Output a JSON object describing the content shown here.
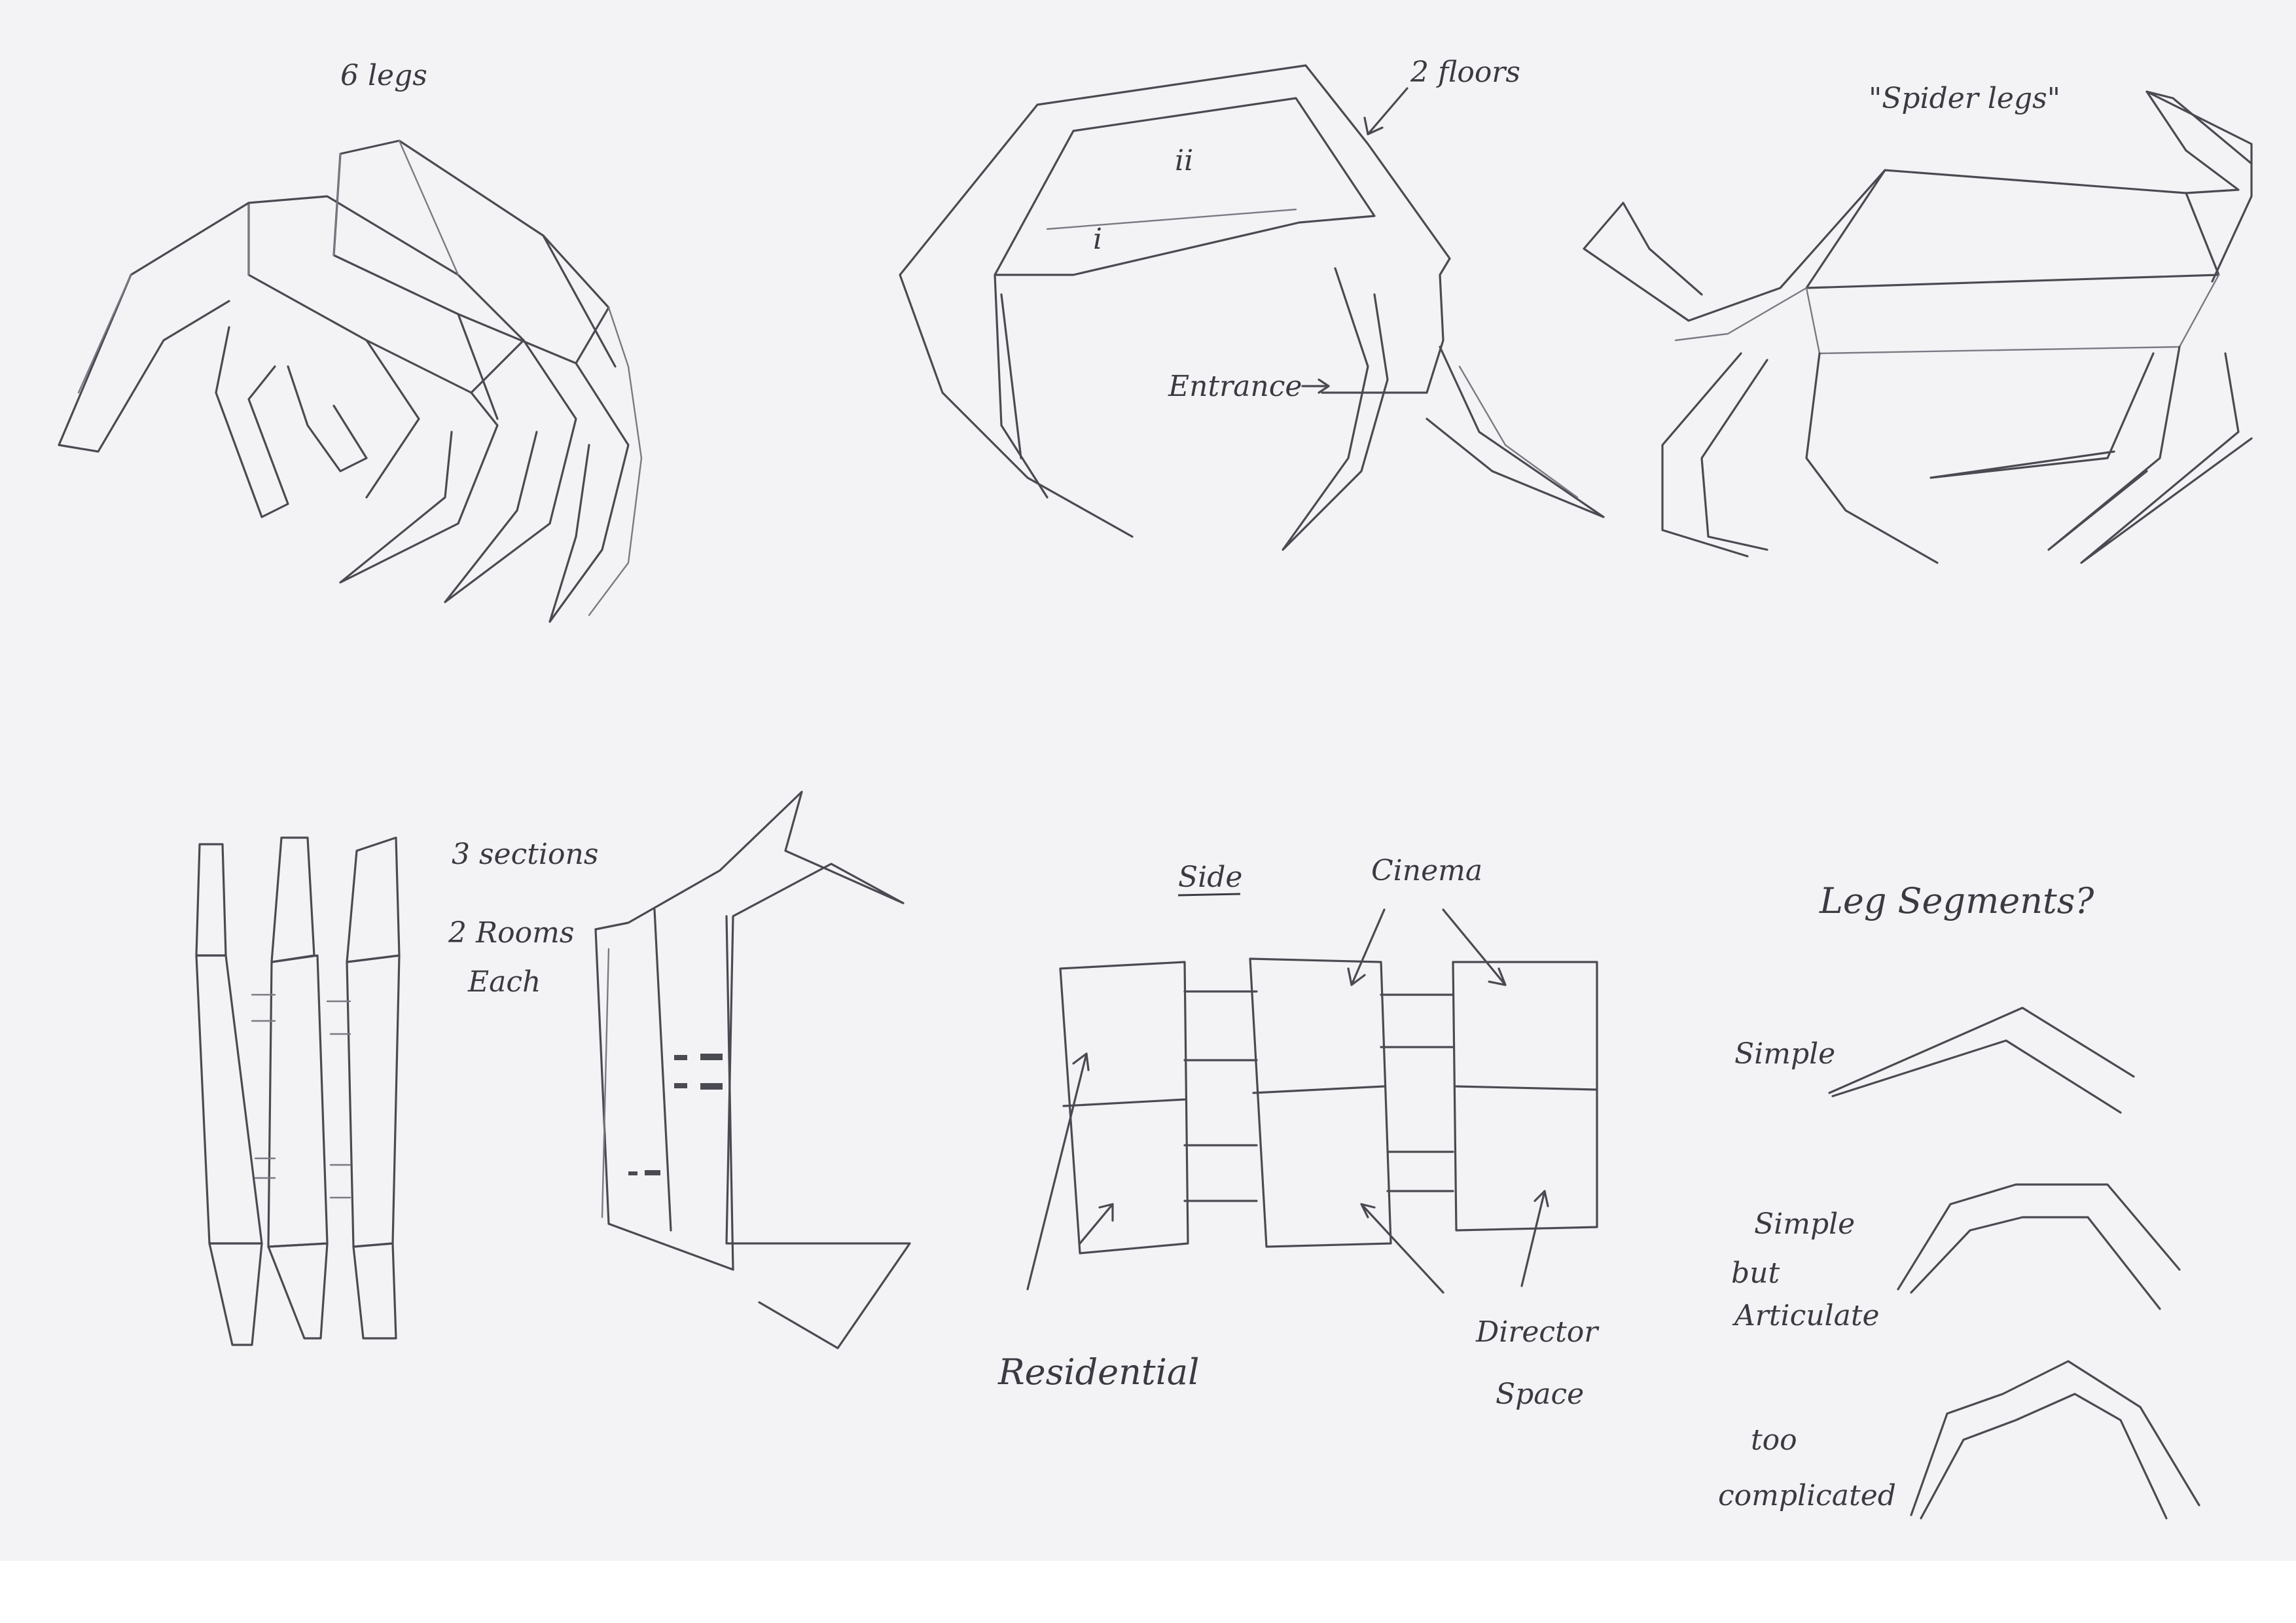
{
  "labels": {
    "six_legs": "6 legs",
    "two_floors": "2 floors",
    "floor_two": "ii",
    "floor_one": "i",
    "entrance": "Entrance",
    "spider_legs": "\"Spider legs\"",
    "three_sections": "3 sections",
    "two_rooms": "2 Rooms",
    "each": "Each",
    "side": "Side",
    "cinema": "Cinema",
    "residential": "Residential",
    "director": "Director",
    "space": "Space",
    "leg_segments": "Leg Segments?",
    "simple": "Simple",
    "simple_but": "Simple",
    "but": "but",
    "articulate": "Articulate",
    "too": "too",
    "complicated": "complicated"
  },
  "colors": {
    "paper": "#f3f3f5",
    "ink": "#4a4a52"
  }
}
